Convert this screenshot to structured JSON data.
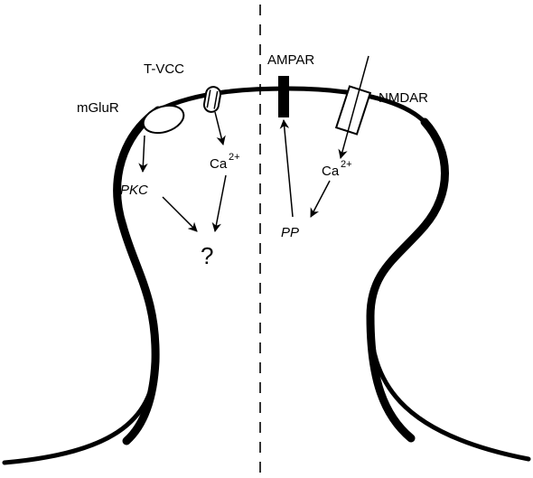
{
  "receptors": {
    "mglur": "mGluR",
    "tvcc": "T-VCC",
    "ampar": "AMPAR",
    "nmdar": "NMDAR"
  },
  "messengers": {
    "ca_left_base": "Ca",
    "ca_left_sup": "2+",
    "ca_right_base": "Ca",
    "ca_right_sup": "2+",
    "pkc": "PKC",
    "pp": "PP",
    "unknown": "?"
  }
}
